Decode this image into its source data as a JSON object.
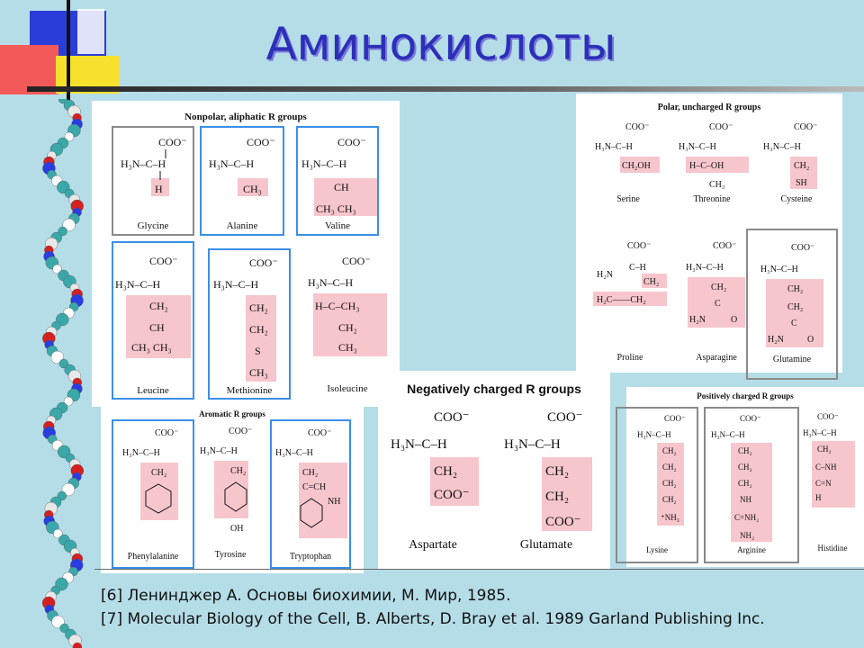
{
  "slide": {
    "title": "Аминокислоты",
    "citations": [
      "[6] Ленинджер А. Основы биохимии, М. Мир, 1985.",
      "[7] Molecular Biology of the Cell, B. Alberts, D. Bray et al. 1989 Garland Publishing Inc."
    ]
  },
  "groups": {
    "nonpolar": {
      "title": "Nonpolar, aliphatic R groups",
      "items": [
        "Glycine",
        "Alanine",
        "Valine",
        "Leucine",
        "Methionine",
        "Isoleucine"
      ]
    },
    "aromatic": {
      "title": "Aromatic R groups",
      "items": [
        "Phenylalanine",
        "Tyrosine",
        "Tryptophan"
      ]
    },
    "polar": {
      "title": "Polar, uncharged R groups",
      "items": [
        "Serine",
        "Threonine",
        "Cysteine",
        "Proline",
        "Asparagine",
        "Glutamine"
      ]
    },
    "negative": {
      "title": "Negatively charged R groups",
      "items": [
        "Aspartate",
        "Glutamate"
      ]
    },
    "positive": {
      "title": "Positively charged R groups",
      "items": [
        "Lysine",
        "Arginine",
        "Histidine"
      ]
    }
  },
  "colors": {
    "highlight": "#f7c6cc",
    "box_blue": "#3a8fe8",
    "box_gray": "#8a8a8a",
    "title": "#2c2fb8"
  }
}
